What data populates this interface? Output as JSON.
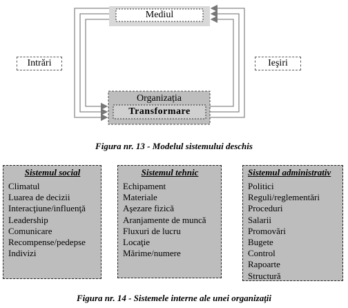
{
  "figure13": {
    "environment_label": "Mediul",
    "organization_label": "Organizația",
    "organization_sublabel": "Transformare",
    "inputs_label": "Intrări",
    "outputs_label": "Ieşiri",
    "caption": "Figura nr. 13 - Modelul sistemului deschis"
  },
  "figure14": {
    "systems": [
      {
        "title": "Sistemul social",
        "items": [
          "Climatul",
          "Luarea de decizii",
          "Interacţiune/influenţă",
          "Leadership",
          "Comunicare",
          "Recompense/pedepse",
          "Indivizi"
        ]
      },
      {
        "title": "Sistemul tehnic",
        "items": [
          "Echipament",
          "Materiale",
          "Aşezare fizică",
          "Aranjamente de muncă",
          "Fluxuri de lucru",
          "Locaţie",
          "Mărime/numere"
        ]
      },
      {
        "title": "Sistemul administrativ",
        "items": [
          "Politici",
          "Reguli/reglementări",
          "Proceduri",
          "Salarii",
          "Promovări",
          "Bugete",
          "Control",
          "Rapoarte",
          "Structură"
        ]
      }
    ],
    "caption": "Figura nr. 14 - Sistemele interne ale unei organizaţii"
  },
  "colors": {
    "box_fill": "#bdbdbd",
    "line": "#888888",
    "inner_box": "#e6e6e6"
  }
}
